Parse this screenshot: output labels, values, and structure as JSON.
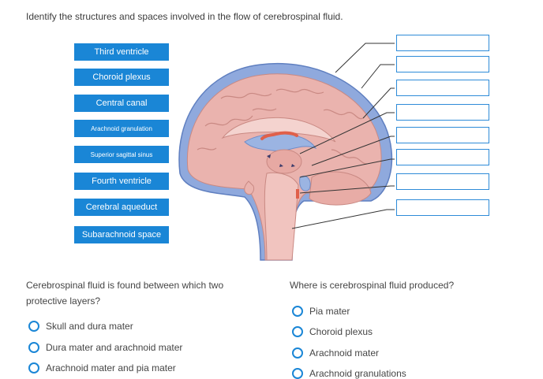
{
  "instruction": "Identify the structures and spaces involved in the flow of cerebrospinal fluid.",
  "labels": [
    "Third ventricle",
    "Choroid plexus",
    "Central canal",
    "Arachnoid granulation",
    "Superior sagittal sinus",
    "Fourth ventricle",
    "Cerebral aqueduct",
    "Subarachnoid space"
  ],
  "q1": {
    "text": "Cerebrospinal fluid is found between which two protective layers?",
    "options": [
      "Skull and dura mater",
      "Dura mater and arachnoid mater",
      "Arachnoid mater and pia mater"
    ]
  },
  "q2": {
    "text": "Where is cerebrospinal fluid produced?",
    "options": [
      "Pia mater",
      "Choroid plexus",
      "Arachnoid mater",
      "Arachnoid granulations"
    ]
  },
  "colors": {
    "accent": "#1a86d6",
    "csf_blue": "#8fa9dd",
    "brain_pink": "#eab3ae",
    "choroid_red": "#e0604a"
  },
  "icons": [
    "radio-unselected-icon"
  ]
}
